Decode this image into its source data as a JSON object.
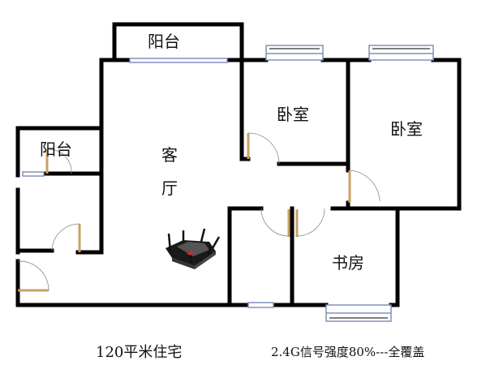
{
  "rooms": {
    "balcony_top": "阳台",
    "bedroom_1": "卧室",
    "bedroom_2": "卧室",
    "balcony_left": "阳台",
    "living_room_line1": "客",
    "living_room_line2": "厅",
    "study": "书房"
  },
  "captions": {
    "area": "120平米住宅",
    "signal": "2.4G信号强度80%---全覆盖"
  },
  "icons": {
    "router": "wifi-router-icon"
  },
  "colors": {
    "wall": "#000000",
    "door": "#c9a063",
    "window": "#8090b8",
    "background": "#ffffff"
  }
}
